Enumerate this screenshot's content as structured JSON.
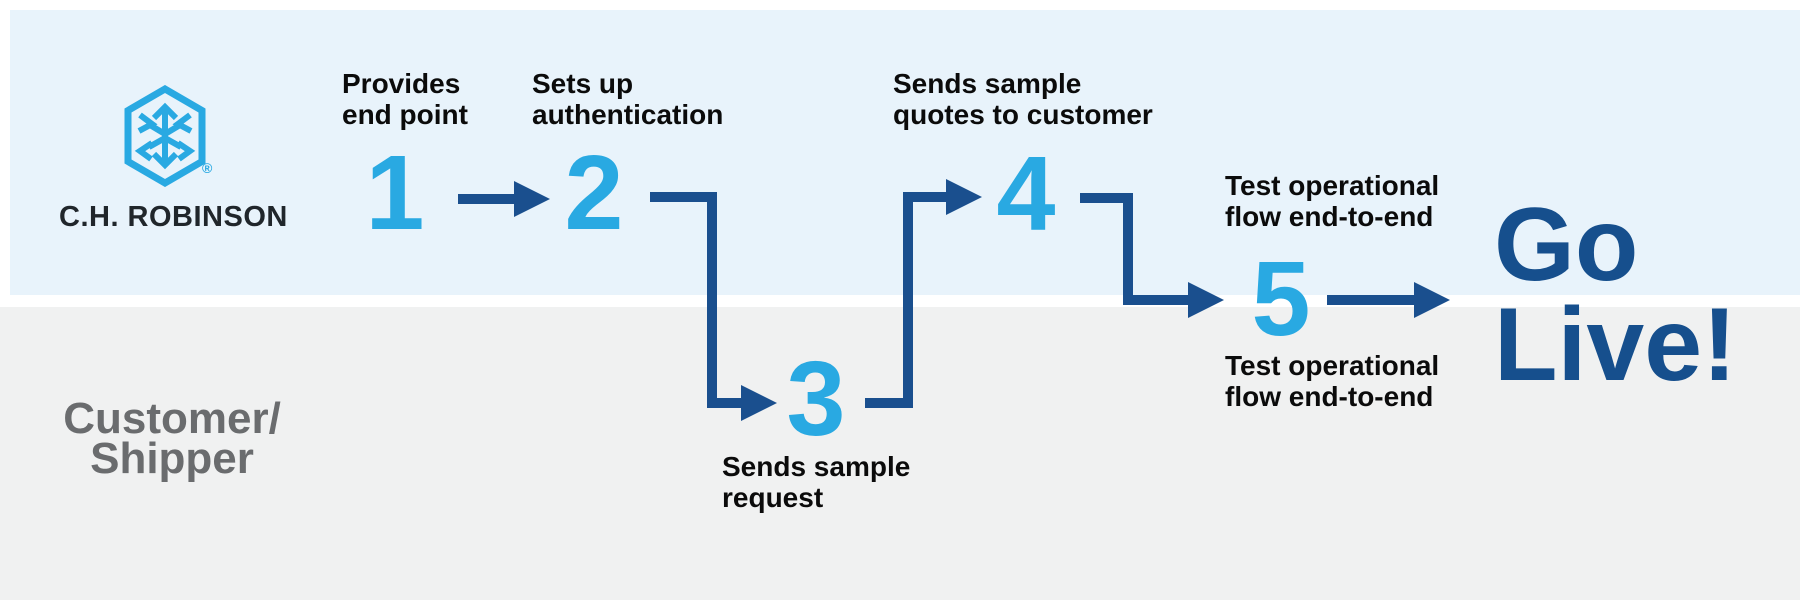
{
  "title": "C.H. Robinson API onboarding flow",
  "colors": {
    "lane_top_bg": "#E8F3FB",
    "lane_bottom_bg": "#F0F1F1",
    "accent_light_blue": "#29A9E2",
    "accent_navy": "#1A4F8E",
    "go_live_navy": "#164F8D",
    "label_black": "#0B0B0B",
    "wordmark_dark": "#20262B",
    "lane_label_gray": "#6A6C6E"
  },
  "logo": {
    "icon": "chr-hexagon-arrows-icon",
    "wordmark": "C.H. ROBINSON",
    "registered_mark": "®"
  },
  "lanes": {
    "top_owner": "C.H. Robinson",
    "bottom_label": "Customer/\nShipper"
  },
  "steps": [
    {
      "number": "1",
      "label": "Provides\nend point",
      "lane": "top"
    },
    {
      "number": "2",
      "label": "Sets up\nauthentication",
      "lane": "top"
    },
    {
      "number": "3",
      "label": "Sends sample\nrequest",
      "lane": "bottom"
    },
    {
      "number": "4",
      "label": "Sends sample\nquotes to customer",
      "lane": "top"
    },
    {
      "number": "5",
      "label_above": "Test operational\nflow end-to-end",
      "label_below": "Test operational\nflow end-to-end",
      "lane": "middle"
    }
  ],
  "outcome": {
    "text": "Go\nLive!"
  }
}
